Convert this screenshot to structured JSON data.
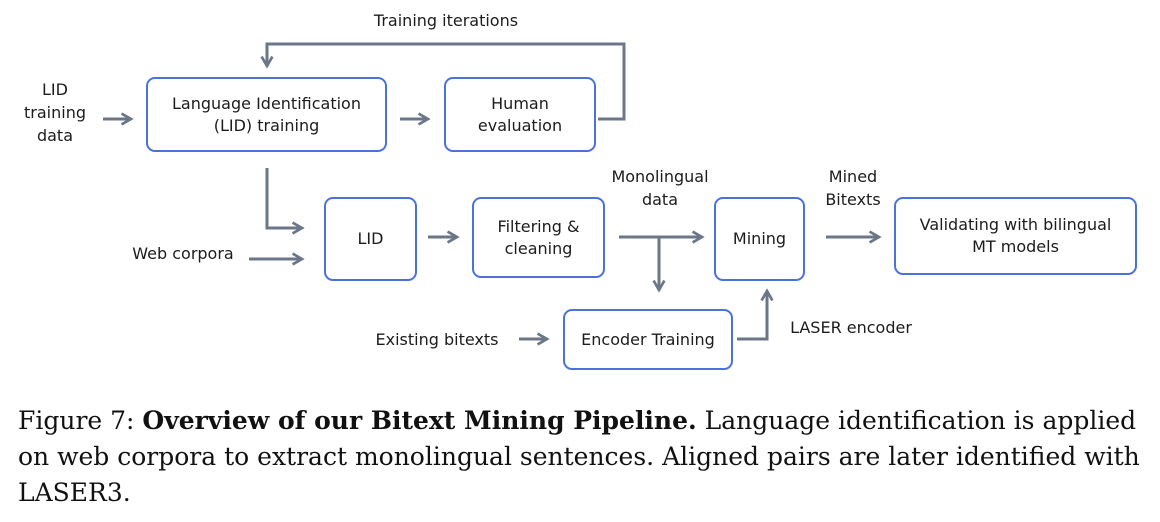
{
  "diagram": {
    "nodes": {
      "lid_training": "Language Identification\n(LID) training",
      "human_eval": "Human\nevaluation",
      "lid": "LID",
      "filtering": "Filtering &\ncleaning",
      "mining": "Mining",
      "validating": "Validating with bilingual\nMT models",
      "encoder_training": "Encoder Training"
    },
    "labels": {
      "training_iterations": "Training iterations",
      "lid_training_data": "LID\ntraining\ndata",
      "web_corpora": "Web corpora",
      "monolingual_data": "Monolingual\ndata",
      "mined_bitexts": "Mined\nBitexts",
      "existing_bitexts": "Existing bitexts",
      "laser_encoder": "LASER encoder"
    },
    "colors": {
      "box_border": "#4a72d9",
      "arrow": "#6b7789"
    }
  },
  "caption": {
    "prefix": "Figure 7: ",
    "title": "Overview of our Bitext Mining Pipeline.",
    "body": " Language identification is applied on web corpora to extract monolingual sentences. Aligned pairs are later identified with LASER3."
  }
}
